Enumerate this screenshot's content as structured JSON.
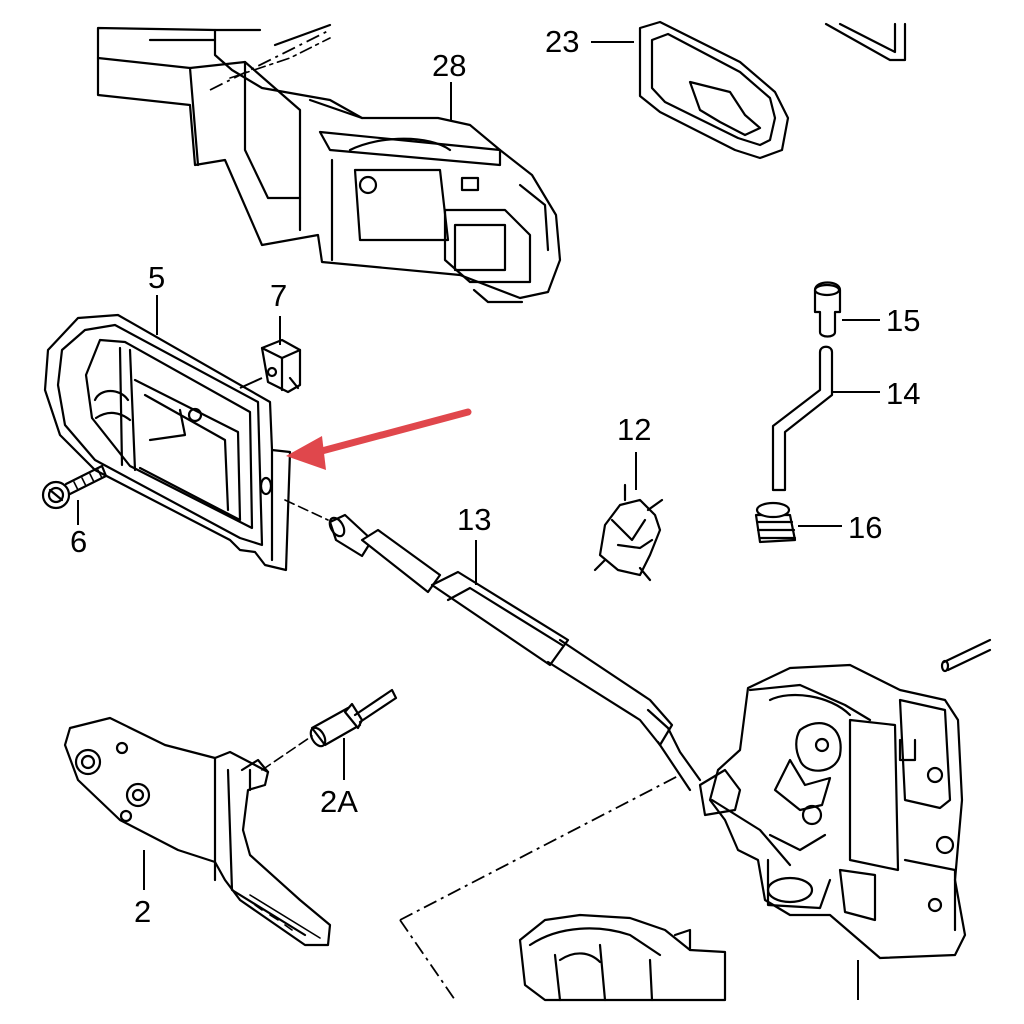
{
  "callouts": {
    "p28": "28",
    "p23": "23",
    "p5": "5",
    "p7": "7",
    "p6": "6",
    "p15": "15",
    "p14": "14",
    "p16": "16",
    "p12": "12",
    "p13": "13",
    "p2": "2",
    "p2a": "2A"
  },
  "highlight": {
    "arrow_color": "#e0474c",
    "arrow_target": "part 5 mounting bracket edge"
  },
  "icons": {
    "arrow": "red-pointer-arrow-icon"
  }
}
